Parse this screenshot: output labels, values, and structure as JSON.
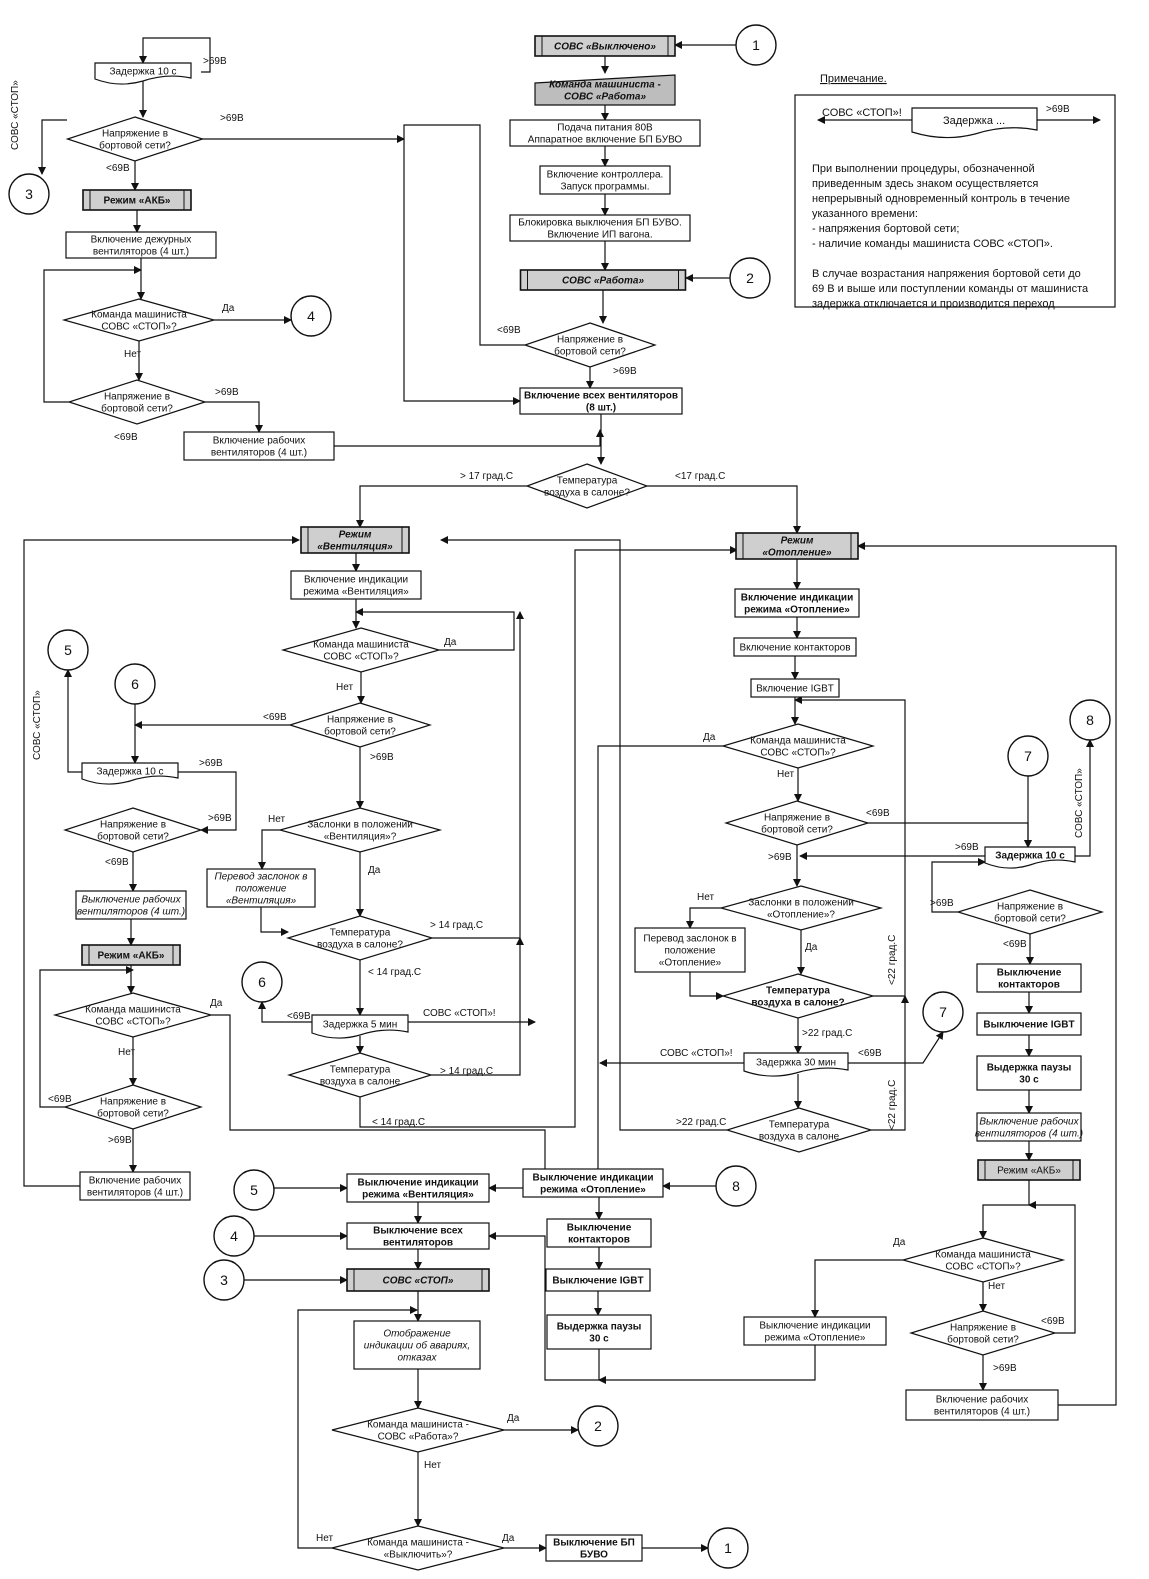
{
  "nodes": {
    "n1": [
      "СОВС «Выключено»"
    ],
    "n2": [
      "Команда машиниста -",
      "СОВС «Работа»"
    ],
    "n3": [
      "Подача питания 80В",
      "Аппаратное включение БП БУВО"
    ],
    "n4": [
      "Включение контроллера.",
      "Запуск программы."
    ],
    "n5": [
      "Блокировка выключения БП БУВО.",
      "Включение ИП вагона."
    ],
    "n6": [
      "СОВС «Работа»"
    ],
    "n7": [
      "Напряжение в",
      "бортовой сети?"
    ],
    "n8": [
      "Включение всех вентиляторов",
      "(8 шт.)"
    ],
    "n9": [
      "Температура",
      "воздуха в салоне?"
    ],
    "l1": [
      "Задержка 10 с"
    ],
    "l2": [
      "Напряжение в",
      "бортовой сети?"
    ],
    "l3": [
      "Режим «АКБ»"
    ],
    "l4": [
      "Включение дежурных",
      "вентиляторов (4 шт.)"
    ],
    "l5": [
      "Команда машиниста",
      "СОВС «СТОП»?"
    ],
    "l6": [
      "Напряжение в",
      "бортовой сети?"
    ],
    "l7": [
      "Включение рабочих",
      "вентиляторов (4 шт.)"
    ],
    "v0": [
      "Режим",
      "«Вентиляция»"
    ],
    "v1": [
      "Включение индикации",
      "режима «Вентиляция»"
    ],
    "v2": [
      "Команда машиниста",
      "СОВС «СТОП»?"
    ],
    "v3": [
      "Напряжение в",
      "бортовой сети?"
    ],
    "v4": [
      "Заслонки в положении",
      "«Вентиляция»?"
    ],
    "v5": [
      "Перевод заслонок в",
      "положение",
      "«Вентиляция»"
    ],
    "v6": [
      "Температура",
      "воздуха в салоне?"
    ],
    "v7": [
      "Задержка 5 мин"
    ],
    "v8": [
      "Температура",
      "воздуха в салоне"
    ],
    "a1": [
      "Задержка 10 с"
    ],
    "a2": [
      "Напряжение в",
      "бортовой сети?"
    ],
    "a3": [
      "Выключение рабочих",
      "вентиляторов (4 шт.)"
    ],
    "a4": [
      "Режим «АКБ»"
    ],
    "a5": [
      "Команда машиниста",
      "СОВС «СТОП»?"
    ],
    "a6": [
      "Напряжение в",
      "бортовой сети?"
    ],
    "a7": [
      "Включение рабочих",
      "вентиляторов (4 шт.)"
    ],
    "s1": [
      "Выключение индикации",
      "режима «Вентиляция»"
    ],
    "s2": [
      "Выключение всех",
      "вентиляторов"
    ],
    "s3": [
      "СОВС «СТОП»"
    ],
    "s4": [
      "Отображение",
      "индикации об авариях,",
      "отказах"
    ],
    "s5": [
      "Команда машиниста -",
      "СОВС «Работа»?"
    ],
    "s6": [
      "Команда машиниста -",
      "«Выключить»?"
    ],
    "s7": [
      "Выключение БП",
      "БУВО"
    ],
    "h0": [
      "Режим",
      "«Отопление»"
    ],
    "h1": [
      "Включение индикации",
      "режима «Отопление»"
    ],
    "h2": [
      "Включение контакторов"
    ],
    "h3": [
      "Включение IGBT"
    ],
    "h4": [
      "Команда машиниста",
      "СОВС «СТОП»?"
    ],
    "h5": [
      "Напряжение в",
      "бортовой сети?"
    ],
    "h6": [
      "Заслонки в положении",
      "«Отопление»?"
    ],
    "h7": [
      "Перевод заслонок в",
      "положение",
      "«Отопление»"
    ],
    "h8": [
      "Температура",
      "воздуха в салоне?"
    ],
    "h9": [
      "Задержка 30 мин"
    ],
    "h10": [
      "Температура",
      "воздуха в салоне"
    ],
    "e1": [
      "Выключение индикации",
      "режима «Отопление»"
    ],
    "e2": [
      "Выключение",
      "контакторов"
    ],
    "e3": [
      "Выключение IGBT"
    ],
    "e4": [
      "Выдержка паузы",
      "30 с"
    ],
    "r1": [
      "Задержка 10 с"
    ],
    "r2": [
      "Напряжение в",
      "бортовой сети?"
    ],
    "r3": [
      "Выключение",
      "контакторов"
    ],
    "r4": [
      "Выключение IGBT"
    ],
    "r5": [
      "Выдержка паузы",
      "30 с"
    ],
    "r6": [
      "Выключение рабочих",
      "вентиляторов (4 шт.)"
    ],
    "r7": [
      "Режим «АКБ»"
    ],
    "r8": [
      "Команда машиниста",
      "СОВС «СТОП»?"
    ],
    "r9": [
      "Напряжение в",
      "бортовой сети?"
    ],
    "r10": [
      "Включение рабочих",
      "вентиляторов (4 шт.)"
    ],
    "r11": [
      "Выключение индикации",
      "режима «Отопление»"
    ]
  },
  "connectors": {
    "c1a": "1",
    "c2a": "2",
    "c3a": "3",
    "c4a": "4",
    "c5a": "5",
    "c6a": "6",
    "c6b": "6",
    "c7a": "7",
    "c7b": "7",
    "c8a": "8",
    "c8b": "8",
    "c5b": "5",
    "c4b": "4",
    "c3b": "3",
    "c2b": "2",
    "c1b": "1"
  },
  "labels": {
    "gt69": ">69В",
    "lt69": "<69В",
    "yes": "Да",
    "no": "Нет",
    "gt17": "> 17 град.С",
    "lt17": "<17 град.С",
    "gt14": "> 14 град.С",
    "lt14": "< 14 град.С",
    "gt22": ">22 град.С",
    "lt22": "<22 град.С",
    "stop_bang": "СОВС «СТОП»!",
    "stop_side": "СОВС «СТОП»"
  },
  "note": {
    "title": "Примечание.",
    "legend_left": "СОВС «СТОП»!",
    "legend_box": "Задержка ...",
    "legend_right": ">69В",
    "lines": [
      "При выполнении  процедуры, обозначенной",
      "приведенным здесь знаком осуществляется",
      "непрерывный одновременный контроль в течение",
      "указанного времени:",
      "        - напряжения бортовой сети;",
      "        - наличие команды машиниста СОВС «СТОП».",
      "",
      "     В случае возрастания напряжения бортовой сети до",
      "69 В и выше или поступлении команды от машиниста",
      "задержка отключается и производится переход"
    ]
  }
}
